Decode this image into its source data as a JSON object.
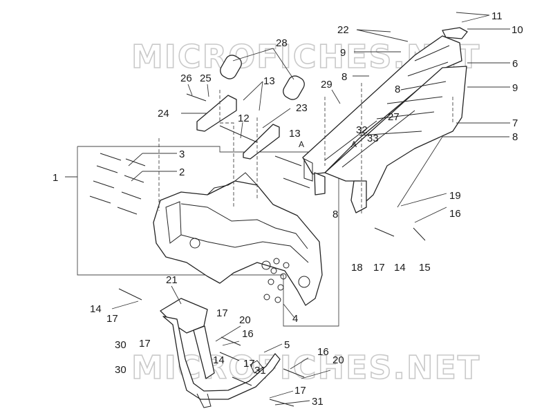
{
  "diagram": {
    "watermark_text": "MICROFICHES.NET",
    "callouts": [
      {
        "id": "c1",
        "text": "1"
      },
      {
        "id": "c2",
        "text": "2"
      },
      {
        "id": "c3",
        "text": "3"
      },
      {
        "id": "c4",
        "text": "4"
      },
      {
        "id": "c5",
        "text": "5"
      },
      {
        "id": "c6",
        "text": "6"
      },
      {
        "id": "c7",
        "text": "7"
      },
      {
        "id": "c8a",
        "text": "8"
      },
      {
        "id": "c8b",
        "text": "8"
      },
      {
        "id": "c8c",
        "text": "8"
      },
      {
        "id": "c8d",
        "text": "8"
      },
      {
        "id": "c9a",
        "text": "9"
      },
      {
        "id": "c9b",
        "text": "9"
      },
      {
        "id": "c10",
        "text": "10"
      },
      {
        "id": "c11",
        "text": "11"
      },
      {
        "id": "c12",
        "text": "12"
      },
      {
        "id": "c13a",
        "text": "13"
      },
      {
        "id": "c13b",
        "text": "13"
      },
      {
        "id": "c14a",
        "text": "14"
      },
      {
        "id": "c14b",
        "text": "14"
      },
      {
        "id": "c14c",
        "text": "14"
      },
      {
        "id": "c15",
        "text": "15"
      },
      {
        "id": "c16a",
        "text": "16"
      },
      {
        "id": "c16b",
        "text": "16"
      },
      {
        "id": "c16c",
        "text": "16"
      },
      {
        "id": "c17a",
        "text": "17"
      },
      {
        "id": "c17b",
        "text": "17"
      },
      {
        "id": "c17c",
        "text": "17"
      },
      {
        "id": "c17d",
        "text": "17"
      },
      {
        "id": "c17e",
        "text": "17"
      },
      {
        "id": "c17f",
        "text": "17"
      },
      {
        "id": "c18",
        "text": "18"
      },
      {
        "id": "c19",
        "text": "19"
      },
      {
        "id": "c20a",
        "text": "20"
      },
      {
        "id": "c20b",
        "text": "20"
      },
      {
        "id": "c21",
        "text": "21"
      },
      {
        "id": "c22",
        "text": "22"
      },
      {
        "id": "c23",
        "text": "23"
      },
      {
        "id": "c24",
        "text": "24"
      },
      {
        "id": "c25",
        "text": "25"
      },
      {
        "id": "c26",
        "text": "26"
      },
      {
        "id": "c27",
        "text": "27"
      },
      {
        "id": "c28",
        "text": "28"
      },
      {
        "id": "c29",
        "text": "29"
      },
      {
        "id": "c30a",
        "text": "30"
      },
      {
        "id": "c30b",
        "text": "30"
      },
      {
        "id": "c31a",
        "text": "31"
      },
      {
        "id": "c31b",
        "text": "31"
      },
      {
        "id": "c32",
        "text": "32"
      },
      {
        "id": "c33",
        "text": "33"
      },
      {
        "id": "cA1",
        "text": "A"
      },
      {
        "id": "cA2",
        "text": "A"
      }
    ]
  }
}
